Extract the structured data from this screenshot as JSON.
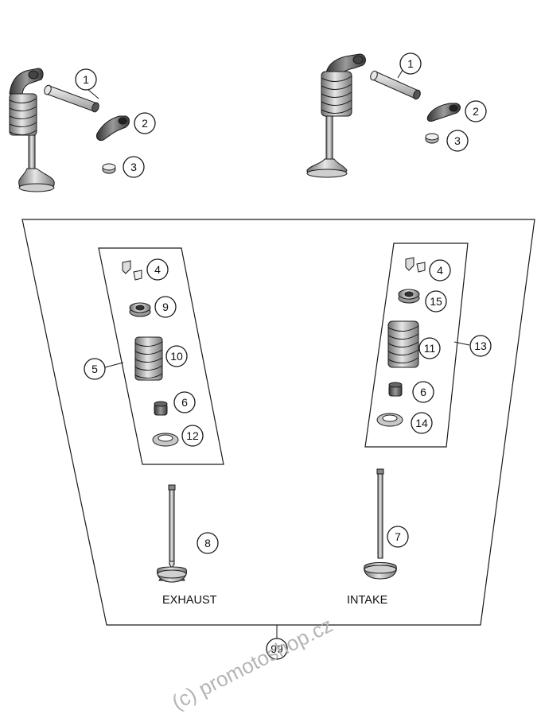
{
  "callouts": {
    "top_left": {
      "c1": "1",
      "c2": "2",
      "c3": "3"
    },
    "top_right": {
      "c1": "1",
      "c2": "2",
      "c3": "3"
    },
    "kit_left": {
      "c4": "4",
      "c9": "9",
      "c10": "10",
      "c5": "5",
      "c6": "6",
      "c12": "12"
    },
    "kit_right": {
      "c4": "4",
      "c15": "15",
      "c11": "11",
      "c13": "13",
      "c6": "6",
      "c14": "14"
    },
    "valves": {
      "c8": "8",
      "c7": "7"
    },
    "bottom": {
      "c99": "99"
    }
  },
  "labels": {
    "exhaust": "EXHAUST",
    "intake": "INTAKE"
  },
  "watermark": "(c) promotoshop.cz",
  "colors": {
    "line": "#1a1a1a",
    "metal_light": "#d9d9d9",
    "metal_mid": "#a6a6a6",
    "metal_dark": "#4d4d4d",
    "watermark": "#b5b5b5"
  }
}
